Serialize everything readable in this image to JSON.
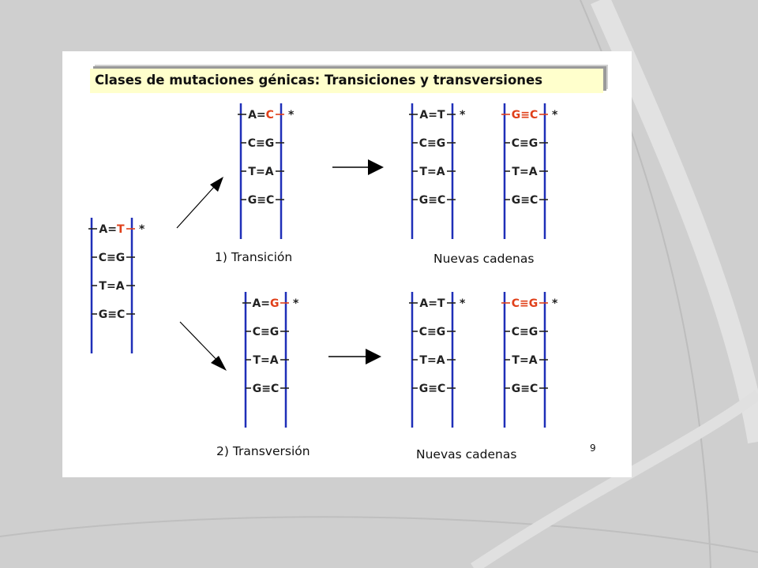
{
  "title": "Clases de mutaciones génicas: Transiciones y transversiones",
  "labels": {
    "transition": "1) Transición",
    "transversion": "2) Transversión",
    "new_chains_top": "Nuevas cadenas",
    "new_chains_bottom": "Nuevas cadenas",
    "slide_number": "9"
  },
  "colors": {
    "strand": "#1f2fb8",
    "base": "#222222",
    "mutation": "#e0401a",
    "card": "#ffffff",
    "title_bg": "#ffffcc"
  },
  "ladders": [
    {
      "name": "original",
      "mark": "*",
      "pairs": [
        {
          "left": "A",
          "bond": "=",
          "right": "T",
          "mutated": "right"
        },
        {
          "left": "C",
          "bond": "≡",
          "right": "G"
        },
        {
          "left": "T",
          "bond": "=",
          "right": "A"
        },
        {
          "left": "G",
          "bond": "≡",
          "right": "C"
        }
      ]
    },
    {
      "name": "transition-mutated",
      "mark": "*",
      "pairs": [
        {
          "left": "A",
          "bond": "=",
          "right": "C",
          "mutated": "right"
        },
        {
          "left": "C",
          "bond": "≡",
          "right": "G"
        },
        {
          "left": "T",
          "bond": "=",
          "right": "A"
        },
        {
          "left": "G",
          "bond": "≡",
          "right": "C"
        }
      ]
    },
    {
      "name": "transition-new-chain-1",
      "mark": "*",
      "pairs": [
        {
          "left": "A",
          "bond": "=",
          "right": "T"
        },
        {
          "left": "C",
          "bond": "≡",
          "right": "G"
        },
        {
          "left": "T",
          "bond": "=",
          "right": "A"
        },
        {
          "left": "G",
          "bond": "≡",
          "right": "C"
        }
      ]
    },
    {
      "name": "transition-new-chain-2",
      "mark": "*",
      "pairs": [
        {
          "left": "G",
          "bond": "≡",
          "right": "C",
          "mutated": "all"
        },
        {
          "left": "C",
          "bond": "≡",
          "right": "G"
        },
        {
          "left": "T",
          "bond": "=",
          "right": "A"
        },
        {
          "left": "G",
          "bond": "≡",
          "right": "C"
        }
      ]
    },
    {
      "name": "transversion-mutated",
      "mark": "*",
      "pairs": [
        {
          "left": "A",
          "bond": "=",
          "right": "G",
          "mutated": "right"
        },
        {
          "left": "C",
          "bond": "≡",
          "right": "G"
        },
        {
          "left": "T",
          "bond": "=",
          "right": "A"
        },
        {
          "left": "G",
          "bond": "≡",
          "right": "C"
        }
      ]
    },
    {
      "name": "transversion-new-chain-1",
      "mark": "*",
      "pairs": [
        {
          "left": "A",
          "bond": "=",
          "right": "T"
        },
        {
          "left": "C",
          "bond": "≡",
          "right": "G"
        },
        {
          "left": "T",
          "bond": "=",
          "right": "A"
        },
        {
          "left": "G",
          "bond": "≡",
          "right": "C"
        }
      ]
    },
    {
      "name": "transversion-new-chain-2",
      "mark": "*",
      "pairs": [
        {
          "left": "C",
          "bond": "≡",
          "right": "G",
          "mutated": "all"
        },
        {
          "left": "C",
          "bond": "≡",
          "right": "G"
        },
        {
          "left": "T",
          "bond": "=",
          "right": "A"
        },
        {
          "left": "G",
          "bond": "≡",
          "right": "C"
        }
      ]
    }
  ]
}
